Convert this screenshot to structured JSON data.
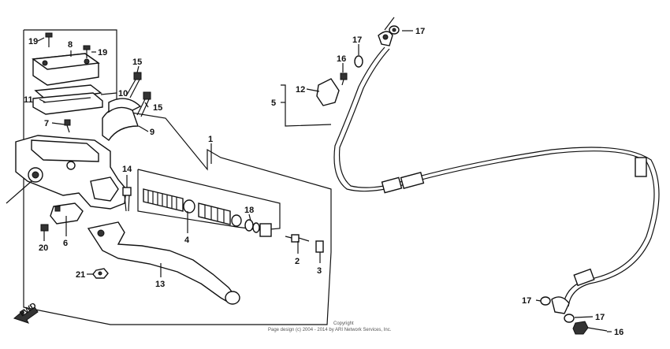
{
  "callouts": [
    "1",
    "2",
    "3",
    "4",
    "5",
    "6",
    "7",
    "8",
    "9",
    "10",
    "11",
    "12",
    "13",
    "14",
    "15",
    "15",
    "16",
    "16",
    "17",
    "17",
    "17",
    "17",
    "18",
    "19",
    "19",
    "20",
    "21"
  ],
  "fwd_label": "FWD",
  "copyright": {
    "line1": "Copyright",
    "line2": "Page design (c) 2004 - 2014 by ARI Network Services, Inc."
  }
}
